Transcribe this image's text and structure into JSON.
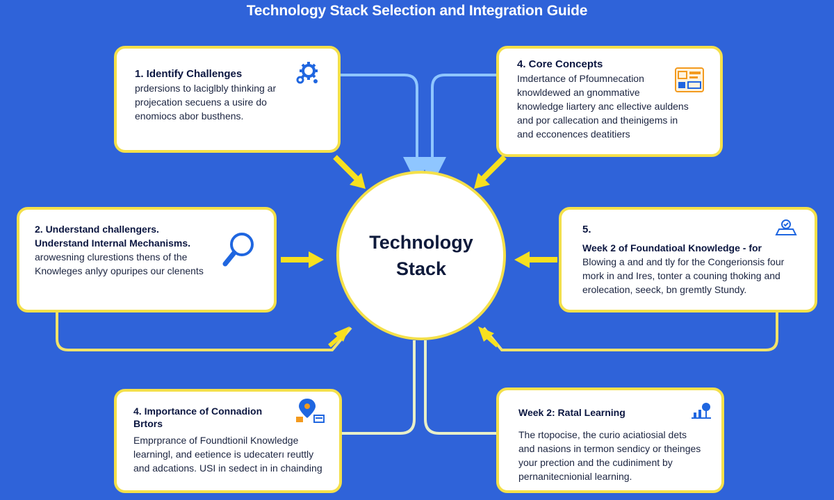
{
  "page": {
    "title": "Technology Stack Selection and Integration Guide"
  },
  "center": {
    "line1": "Technology",
    "line2": "Stack"
  },
  "cards": [
    {
      "title": "1.  Identify Challenges",
      "lines": [
        "prdersions to laciglbly thinking ar",
        "projecation secuens a usire do",
        "enomiocs abor busthens."
      ],
      "icon": "gears-icon"
    },
    {
      "title": "4.  Core Concepts",
      "lines": [
        "Imdertance of Pfoumnecation",
        "knowldewed an gnommative",
        "knowledge liartery anc ellective auldens",
        "and por callecation and theinigems in",
        "and ecconences deatitiers"
      ],
      "icon": "dashboard-icon"
    },
    {
      "title": "2.  Understand challengers.",
      "lines": [
        "Understand Internal Mechanisms.",
        "arowesning clurestions thens of the",
        "Knowleges anlyy opuripes our clenents"
      ],
      "icon": "magnifier-icon"
    },
    {
      "title": "5.",
      "lines": [
        "Week 2 of Foundatioal Knowledge - for",
        "Blowing a and and tly for the Congerionsis four",
        "mork in and Ires, tonter a couning thoking and",
        "erolecation, seeck, bn gremtly Stundy."
      ],
      "icon": "certificate-icon"
    },
    {
      "title": "4.  Importance of Connadion",
      "title2": "Brtors",
      "lines": [
        "Emprprance of Foundtionil Knowledge",
        "learningl, and eetience is udecaterı reuttly",
        "and adcations. USI in sedect in in chainding"
      ],
      "icon": "location-pin-icon"
    },
    {
      "title": "Week 2: Ratal Learning",
      "lines": [
        "The rtopocise, the curio aciatiosial dets",
        "and nasions in termon sendicy or theinges",
        "your prection and the cudiniment by",
        "pernanitecnionial learning."
      ],
      "icon": "growth-chart-icon"
    }
  ],
  "colors": {
    "background": "#2f63d9",
    "card_border": "#f4e04a",
    "arrow": "#f7e01f",
    "connector_light": "#8fc6ff",
    "icon_blue": "#1f66e0",
    "icon_orange": "#f39a1e"
  }
}
